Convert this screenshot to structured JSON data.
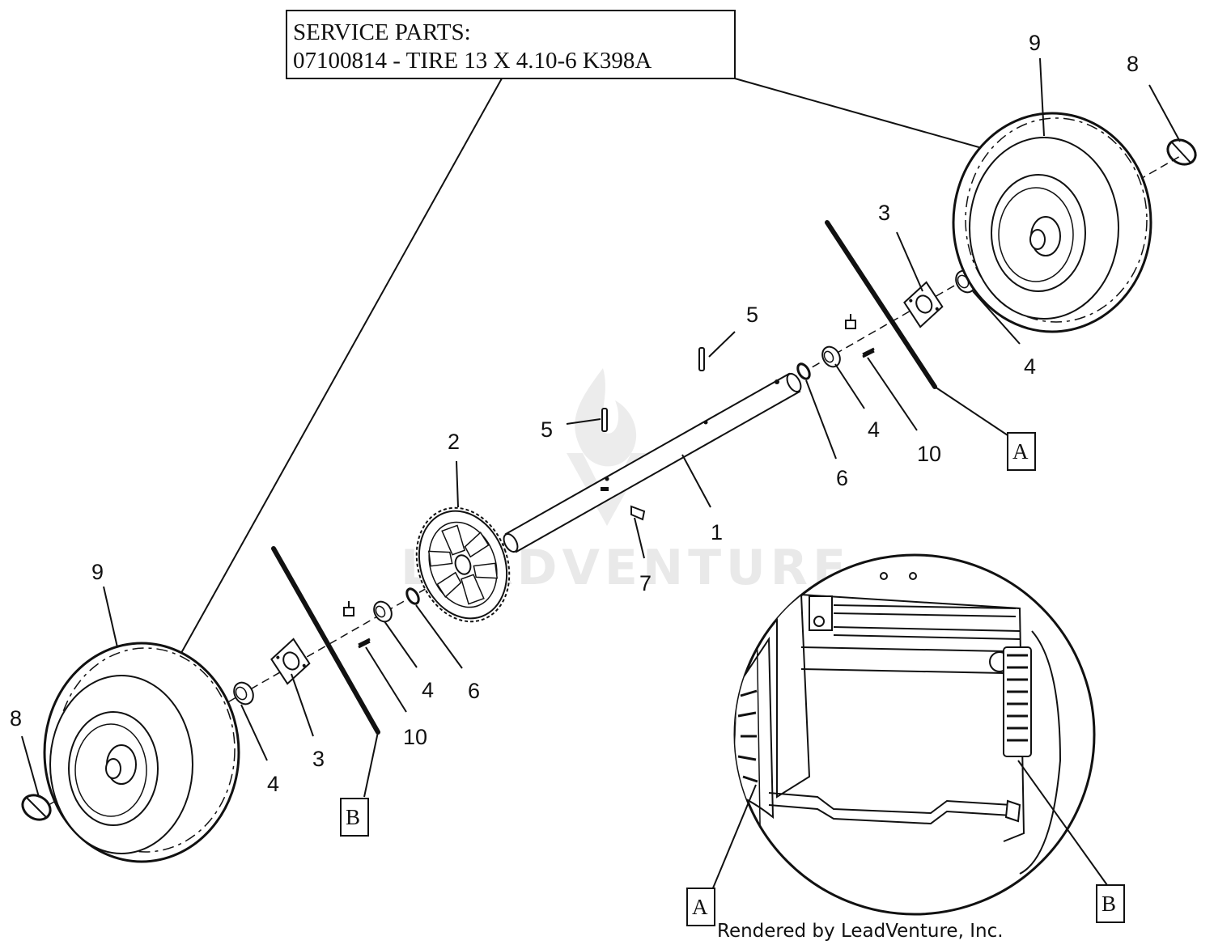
{
  "service_box": {
    "line1": "SERVICE PARTS:",
    "line2": "07100814 - TIRE 13 X 4.10-6 K398A"
  },
  "watermark": "LEADVENTURE",
  "credit": "Rendered by LeadVenture, Inc.",
  "callouts": {
    "axle": "1",
    "gear": "2",
    "flange_right": "3",
    "flange_left": "3",
    "bearing_right": "4",
    "bearing_mid_right": "4",
    "bearing_left": "4",
    "bearing_mid_left": "4",
    "key_upper": "5",
    "key_lower": "5",
    "washer_right": "6",
    "washer_left": "6",
    "woodruff_key": "7",
    "clip_right": "8",
    "clip_left": "8",
    "tire_right": "9",
    "tire_left": "9",
    "pin_right": "10",
    "pin_left": "10"
  },
  "view_labels": {
    "a_main": "A",
    "b_main": "B",
    "a_detail": "A",
    "b_detail": "B"
  }
}
